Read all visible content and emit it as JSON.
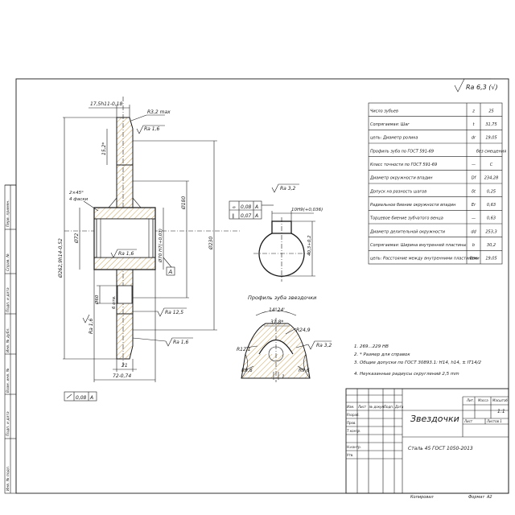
{
  "roughness": {
    "label": "Ra 6,3 (√)"
  },
  "params": [
    {
      "name": "Число зубьев",
      "sym": "z",
      "val": "25"
    },
    {
      "name": "Сопрягаемая: Шаг",
      "sym": "t",
      "val": "31,75"
    },
    {
      "name": "цепь: Диаметр ролика",
      "sym": "dr",
      "val": "19,05"
    },
    {
      "name": "Профиль зуба по ГОСТ 591-69",
      "sym": "",
      "val": "без смещения"
    },
    {
      "name": "Класс точности по ГОСТ 591-69",
      "sym": "—",
      "val": "С"
    },
    {
      "name": "Диаметр окружности впадин",
      "sym": "Df",
      "val": "234,28"
    },
    {
      "name": "Допуск на разность шагов",
      "sym": "δt",
      "val": "0,25"
    },
    {
      "name": "Радиальное биение окружности впадин",
      "sym": "Er",
      "val": "0,63"
    },
    {
      "name": "Торцевое биение зубчатого венца",
      "sym": "—",
      "val": "0,63"
    },
    {
      "name": "Диаметр делительной окружности",
      "sym": "dd",
      "val": "253,3"
    },
    {
      "name": "Сопрягаемая: Ширина внутренней пластины",
      "sym": "b",
      "val": "30,2"
    },
    {
      "name": "цепь: Расстояние между внутренними пластинами",
      "sym": "Bвн",
      "val": "19,05"
    }
  ],
  "main_view": {
    "dim_top": "17,5h11-0,18",
    "r_tip": "R3,2 max",
    "dim_ring": "15,2*",
    "chamfer": "2×45°\n4 фаски",
    "outer_d": "Ø262,9h14-0,52",
    "d_bore_a": "Ø72",
    "d_mid": "Ø180",
    "d_hub": "Ø230",
    "d_key": "Ø60",
    "d_small": "6 отв.",
    "d_bore_b": "Ø70 H7(+0,03)",
    "rough_16a": "Ra 1,6",
    "rough_16b": "Ra 1,6",
    "rough_16c": "Ra 1,6",
    "rough_125": "Ra 12,5",
    "rough_16d": "Ra 1,6",
    "dim_21": "21",
    "dim_72": "72-0,74",
    "datum": "A",
    "runout": "0,08",
    "runout_datum": "A"
  },
  "section_view": {
    "tol1": "0,08",
    "tol1_ref": "A",
    "tol2": "0,07",
    "tol2_ref": "A",
    "rough": "Ra 3,2",
    "key_w": "10H9(+0,036)",
    "key_h": "40,3+0,2"
  },
  "profile_view": {
    "title": "Профиль зуба звездочки",
    "ang": "14°24'",
    "w": "31,8*",
    "r1": "R24,9",
    "r2": "R12,1",
    "r3": "R9,6",
    "r4": "R9,6",
    "rough": "Ra 3,2",
    "one": "1"
  },
  "notes": [
    "1. 269...229 HB",
    "2. * Размер для справок",
    "3. Общие допуски по ГОСТ 30893.1: H14, h14, ± IT14/2",
    "4. Неуказанные радиусы скруглений 2,5 mm"
  ],
  "title_block": {
    "name": "Звездочки",
    "material": "Сталь 45 ГОСТ 1050-2013",
    "lit": "Лит.",
    "mass": "Масса",
    "scale": "Масштаб",
    "scale_val": "1:1",
    "sheet": "Лист",
    "sheets": "Листов 1",
    "copied": "Копировал",
    "format": "Формат",
    "format_val": "A2",
    "col_izm": "Изм.",
    "col_list": "Лист",
    "col_doc": "№ докум.",
    "col_sign": "Подп.",
    "col_date": "Дата",
    "r_dev": "Разраб.",
    "r_check": "Пров.",
    "r_tcontr": "Т.контр.",
    "r_ncontr": "Н.контр.",
    "r_appr": "Утв."
  },
  "side_stamps": [
    "Перв. примен.",
    "Справ. №",
    "Подп. и дата",
    "Инв. № дубл.",
    "Взам. инв. №",
    "Подп. и дата",
    "Инв. № подл."
  ]
}
